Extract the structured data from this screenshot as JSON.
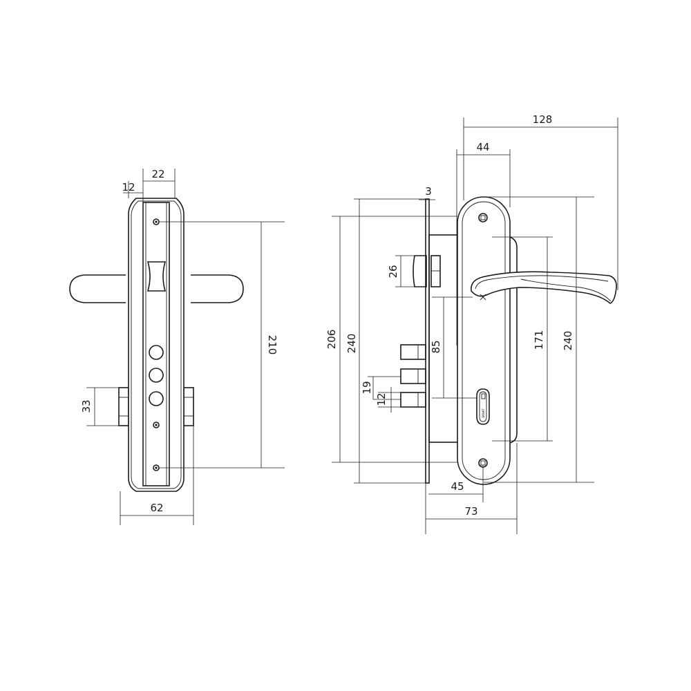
{
  "front_view": {
    "dims": {
      "plate_offset": "12",
      "plate_inner_width": "22",
      "screw_spacing": "210",
      "square_height": "33",
      "total_width": "62"
    }
  },
  "side_view": {
    "dims": {
      "total_depth": "128",
      "handle_offset": "44",
      "faceplate_thickness": "3",
      "latch_height": "26",
      "lock_body_height": "206",
      "faceplate_height": "240",
      "handle_to_cylinder": "85",
      "bolt_spacing": "19",
      "bolt_offset": "12",
      "plate_span": "171",
      "plate_height": "240",
      "backset": "45",
      "plate_depth": "73"
    },
    "cylinder_marking": "BANAT"
  }
}
